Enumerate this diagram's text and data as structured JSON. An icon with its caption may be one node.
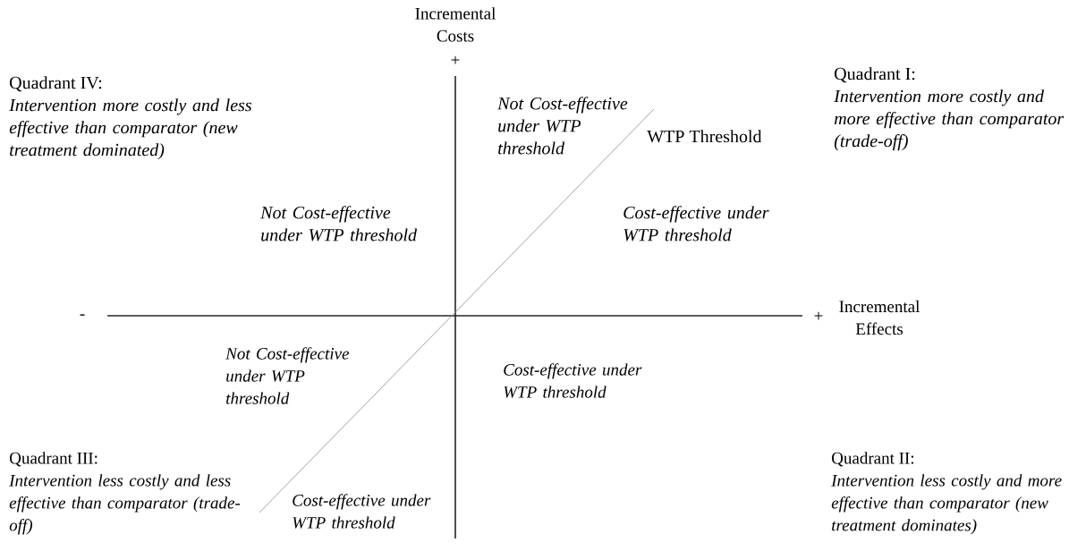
{
  "diagram": {
    "labels": [
      "Incremental Costs",
      "+",
      "Quadrant IV:",
      "Intervention more costly and less effective than comparator (new treatment dominated)",
      "Not Cost-effective under WTP threshold",
      "WTP Threshold",
      "Quadrant I:",
      "Intervention more costly and more effective than comparator (trade-off)",
      "Not Cost-effective under WTP threshold",
      "Cost-effective under WTP threshold",
      "-",
      "+",
      "Incremental Effects",
      "Not Cost-effective under WTP threshold",
      "Cost-effective under WTP threshold",
      "Quadrant III:",
      "Intervention less costly and less effective than comparator (trade-off)",
      "Cost-effective under WTP threshold",
      "Quadrant II:",
      "Intervention less costly and more effective than comparator (new treatment dominates)"
    ]
  }
}
